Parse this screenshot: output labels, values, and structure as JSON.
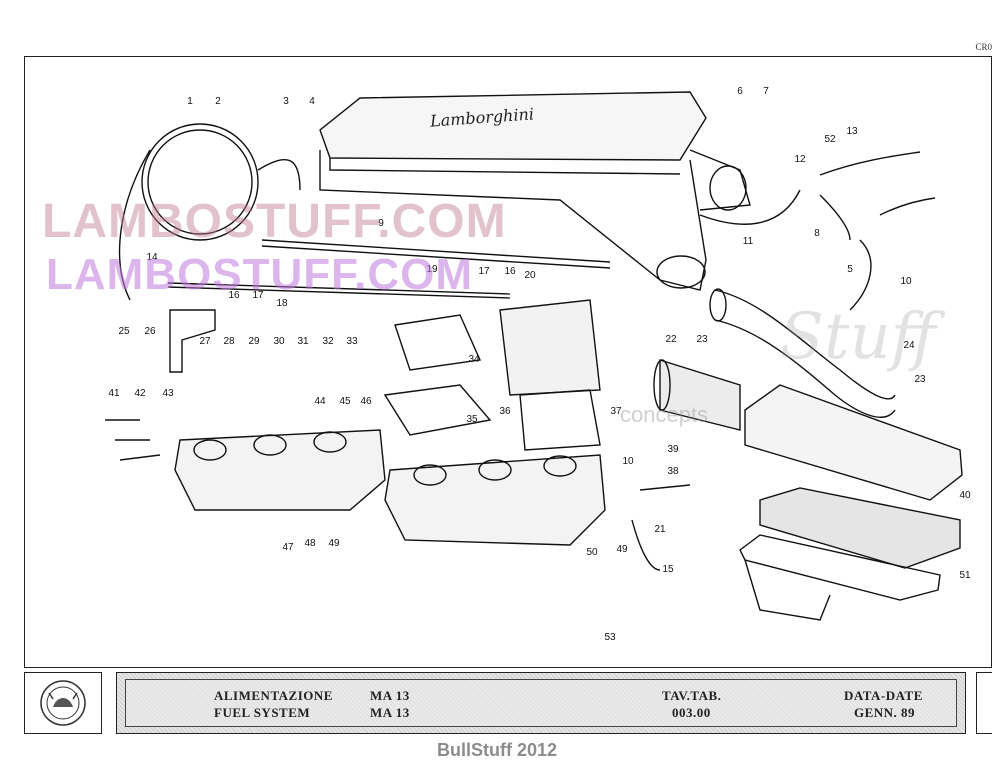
{
  "sheet": {
    "code": "CR0",
    "watermark_primary": "LAMBOSTUFF.COM",
    "watermark_secondary": "LAMBOSTUFF.COM",
    "watermark_tagline": "concepts",
    "watermark_script": "Stuff",
    "cover_brand_script": "Lamborghini"
  },
  "callouts": [
    "1",
    "2",
    "3",
    "4",
    "5",
    "6",
    "7",
    "8",
    "9",
    "10",
    "10",
    "11",
    "12",
    "13",
    "14",
    "15",
    "16",
    "16",
    "17",
    "17",
    "18",
    "19",
    "20",
    "21",
    "22",
    "23",
    "23",
    "24",
    "25",
    "26",
    "27",
    "28",
    "29",
    "30",
    "31",
    "32",
    "33",
    "34",
    "35",
    "36",
    "37",
    "38",
    "39",
    "40",
    "41",
    "42",
    "43",
    "44",
    "45",
    "46",
    "47",
    "48",
    "49",
    "49",
    "50",
    "51",
    "52",
    "53"
  ],
  "title_block": {
    "section_it": "ALIMENTAZIONE",
    "section_en": "FUEL SYSTEM",
    "model_1": "MA 13",
    "model_2": "MA 13",
    "table_label": "TAV.TAB.",
    "table_number": "003.00",
    "date_label": "DATA-DATE",
    "date_value": "GENN. 89"
  },
  "footer": {
    "credit": "BullStuff 2012"
  }
}
